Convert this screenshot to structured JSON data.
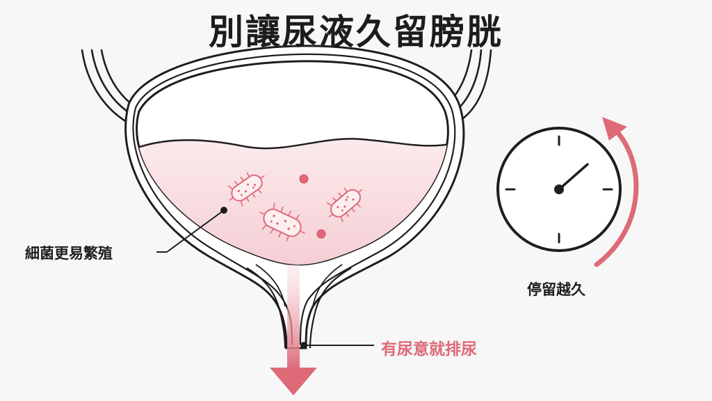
{
  "title": "別讓尿液久留膀胱",
  "labels": {
    "bacteria": "細菌更易繁殖",
    "longer": "停留越久",
    "urinate": "有尿意就排尿"
  },
  "icons": {
    "bladder": "bladder-icon",
    "bacteria": "bacteria-icon",
    "clock": "clock-icon",
    "arrow_down": "arrow-down-icon",
    "curved_arrow": "curved-arrow-icon"
  },
  "colors": {
    "outline": "#1e1e1e",
    "accent": "#de6a78",
    "urine_fill": "#f6d6da",
    "background": "#f7f7f7"
  }
}
